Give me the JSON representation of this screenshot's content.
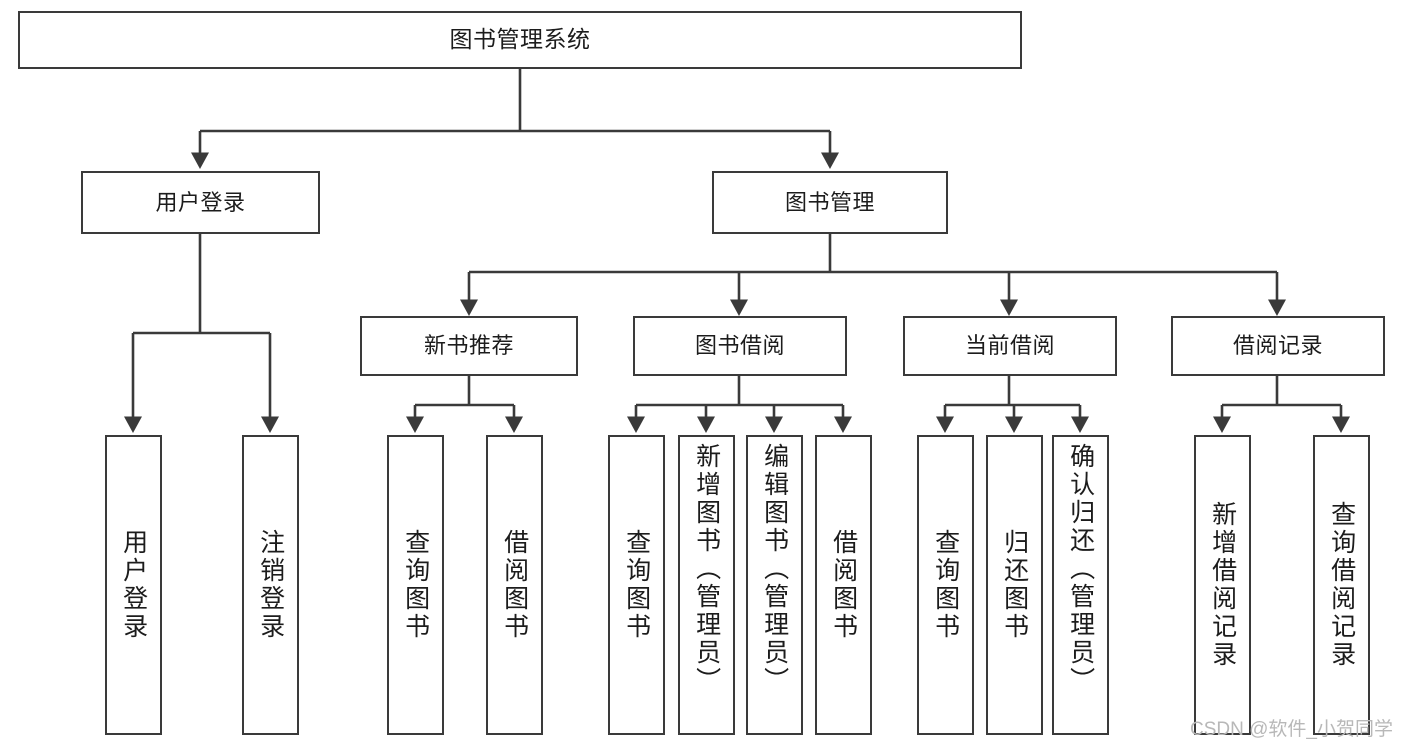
{
  "diagram": {
    "title": "图书管理系统",
    "type": "tree",
    "watermark": "CSDN @软件_小贺同学",
    "colors": {
      "box_border": "#3a3a3a",
      "box_fill": "#ffffff",
      "connector": "#3a3a3a",
      "text": "#1c1c1c",
      "watermark": "#b8b8b8",
      "background": "#ffffff"
    },
    "nodes": {
      "root": {
        "label": "图书管理系统"
      },
      "level2": [
        {
          "label": "用户登录"
        },
        {
          "label": "图书管理"
        }
      ],
      "level3": [
        {
          "label": "新书推荐"
        },
        {
          "label": "图书借阅"
        },
        {
          "label": "当前借阅"
        },
        {
          "label": "借阅记录"
        }
      ],
      "leaves": {
        "user_login": [
          {
            "label": "用户登录"
          },
          {
            "label": "注销登录"
          }
        ],
        "new_book_recommend": [
          {
            "label": "查询图书"
          },
          {
            "label": "借阅图书"
          }
        ],
        "book_borrow": [
          {
            "label": "查询图书"
          },
          {
            "label": "新增图书（管理员）"
          },
          {
            "label": "编辑图书（管理员）"
          },
          {
            "label": "借阅图书"
          }
        ],
        "current_borrow": [
          {
            "label": "查询图书"
          },
          {
            "label": "归还图书"
          },
          {
            "label": "确认归还（管理员）"
          }
        ],
        "borrow_record": [
          {
            "label": "新增借阅记录"
          },
          {
            "label": "查询借阅记录"
          }
        ]
      }
    }
  }
}
